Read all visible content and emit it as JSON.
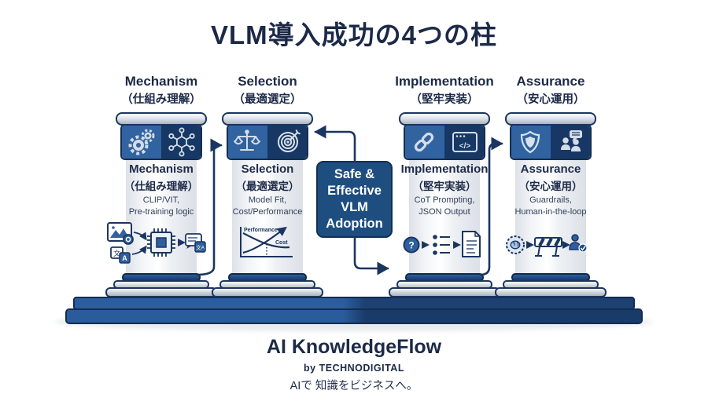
{
  "title": "VLM導入成功の4つの柱",
  "pillars": [
    {
      "header_en": "Mechanism",
      "header_jp": "（仕組み理解）",
      "name_en": "Mechanism",
      "name_jp": "（仕組み理解）",
      "desc": "CLIP/VIT,\nPre-training logic",
      "icons": [
        "gears-icon",
        "network-nodes-icon"
      ]
    },
    {
      "header_en": "Selection",
      "header_jp": "（最適選定）",
      "name_en": "Selection",
      "name_jp": "（最適選定）",
      "desc": "Model Fit,\nCost/Performance",
      "icons": [
        "balance-scale-icon",
        "target-icon"
      ]
    },
    {
      "header_en": "Implementation",
      "header_jp": "（堅牢実装）",
      "name_en": "Implementation",
      "name_jp": "（堅牢実装）",
      "desc": "CoT Prompting,\nJSON Output",
      "icons": [
        "chain-link-icon",
        "code-window-icon"
      ]
    },
    {
      "header_en": "Assurance",
      "header_jp": "（安心運用）",
      "name_en": "Assurance",
      "name_jp": "（安心運用）",
      "desc": "Guardrails,\nHuman-in-the-loop",
      "icons": [
        "shield-icon",
        "people-chat-icon"
      ]
    }
  ],
  "center_box": {
    "text": "Safe &\nEffective\nVLM\nAdoption"
  },
  "mini_chart": {
    "label_rising": "Performance",
    "label_falling": "Cost"
  },
  "glyphs": {
    "question": "?",
    "code": "</>",
    "lang_cjk": "文",
    "lang_latin": "A",
    "lang_pair": "文A"
  },
  "footer": {
    "brand": "AI KnowledgeFlow",
    "sub": "by TECHNODIGITAL",
    "tagline": "AIで 知識をビジネスへ。"
  },
  "colors": {
    "navy_text": "#1c2947",
    "line": "#1b3560",
    "blue_mid": "#2e5f9e",
    "capital_left": "#30639f",
    "capital_right": "#173864",
    "center_box": "#1e4e80",
    "platform_left": "#2b5ea0",
    "platform_right": "#1c4172",
    "icon_light": "#d3dce8"
  }
}
